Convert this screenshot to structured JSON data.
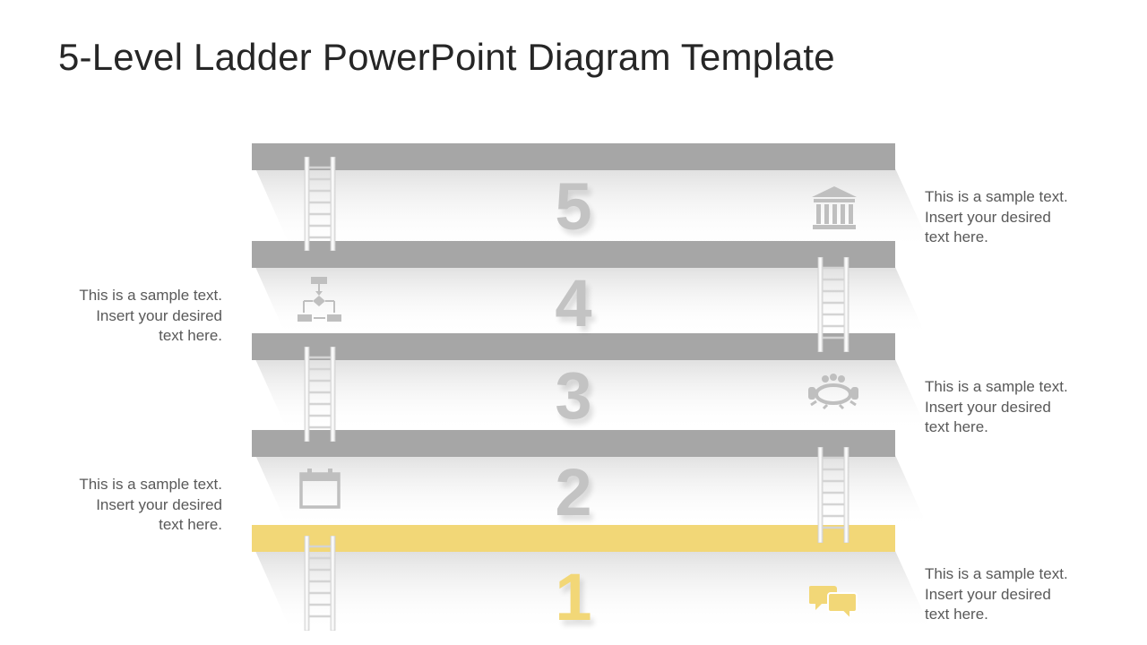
{
  "title": "5-Level Ladder PowerPoint Diagram Template",
  "levels": [
    {
      "number": "5",
      "icon": "bank-icon",
      "side": "right",
      "text": [
        "This is a sample text.",
        "Insert your desired",
        "text here."
      ]
    },
    {
      "number": "4",
      "icon": "flowchart-icon",
      "side": "left",
      "text": [
        "This is a sample text.",
        "Insert your desired",
        "text here."
      ]
    },
    {
      "number": "3",
      "icon": "meeting-table-icon",
      "side": "right",
      "text": [
        "This is a sample text.",
        "Insert your desired",
        "text here."
      ]
    },
    {
      "number": "2",
      "icon": "calendar-icon",
      "side": "left",
      "text": [
        "This is a sample text.",
        "Insert your desired",
        "text here."
      ]
    },
    {
      "number": "1",
      "icon": "chat-bubbles-icon",
      "side": "right",
      "text": [
        "This is a sample text.",
        "Insert your desired",
        "text here."
      ]
    }
  ],
  "active_level": "1",
  "colors": {
    "bar": "#a6a6a6",
    "active": "#f2d777",
    "number": "#c3c3c3",
    "icon": "#bfbfbf",
    "text": "#595959",
    "title": "#262626"
  }
}
